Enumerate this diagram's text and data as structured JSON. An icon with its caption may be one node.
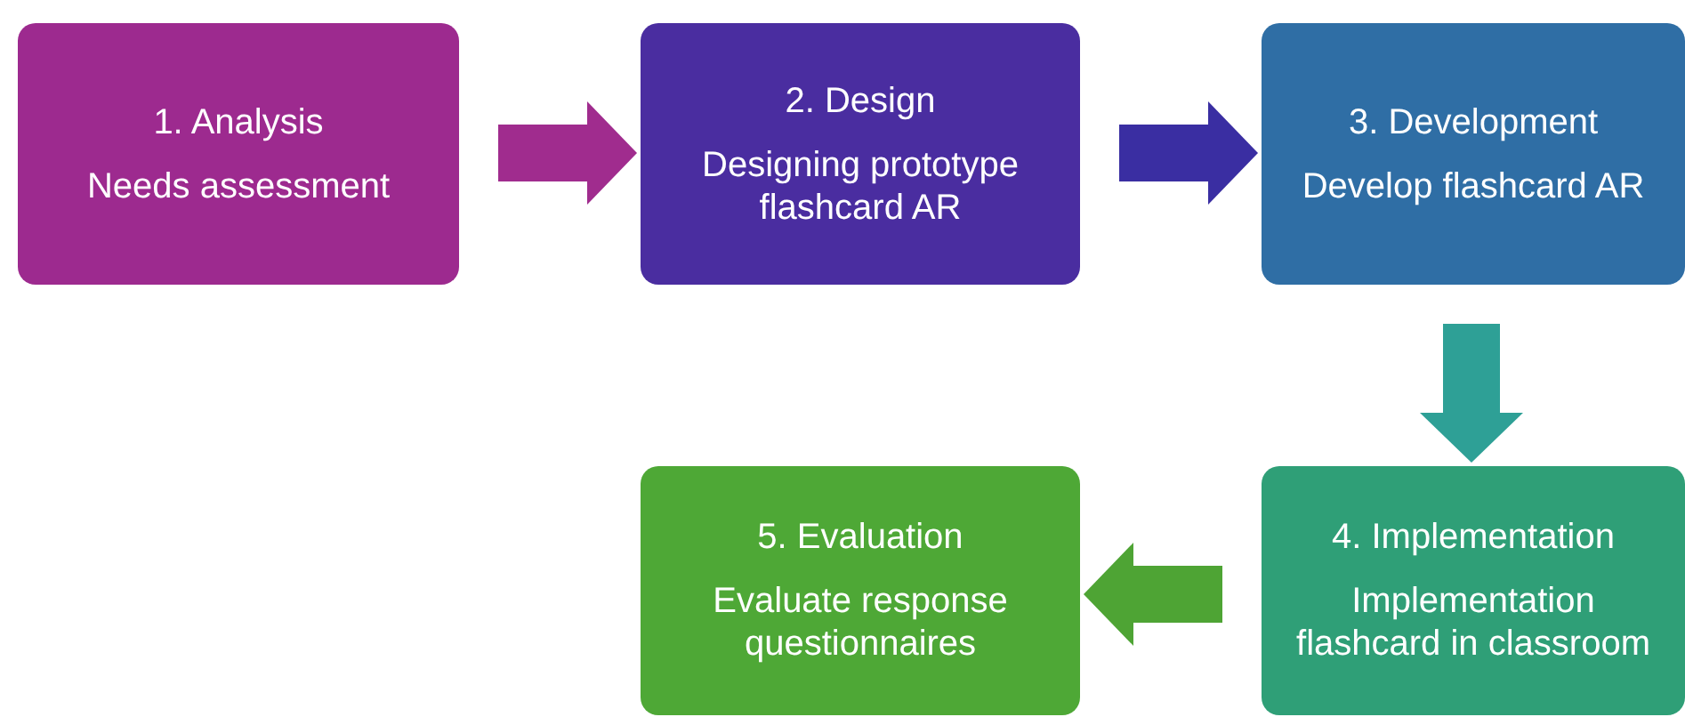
{
  "diagram": {
    "nodes": [
      {
        "text": [
          "1. Analysis",
          "Needs assessment"
        ]
      },
      {
        "text": [
          "2. Design",
          "Designing prototype flashcard AR"
        ]
      },
      {
        "text": [
          "3. Development",
          "Develop flashcard AR"
        ]
      },
      {
        "text": [
          "4. Implementation",
          "Implementation flashcard in classroom"
        ]
      },
      {
        "text": [
          "5. Evaluation",
          "Evaluate response questionnaires"
        ]
      }
    ],
    "edges": [
      {
        "from": 0,
        "to": 1,
        "arrow": "to",
        "color": "#a02c8e"
      },
      {
        "from": 1,
        "to": 2,
        "arrow": "to",
        "color": "#3a2ea2"
      },
      {
        "from": 2,
        "to": 3,
        "arrow": "to",
        "color": "#2ea096"
      },
      {
        "from": 3,
        "to": 4,
        "arrow": "to",
        "color": "#4ea434"
      }
    ]
  }
}
